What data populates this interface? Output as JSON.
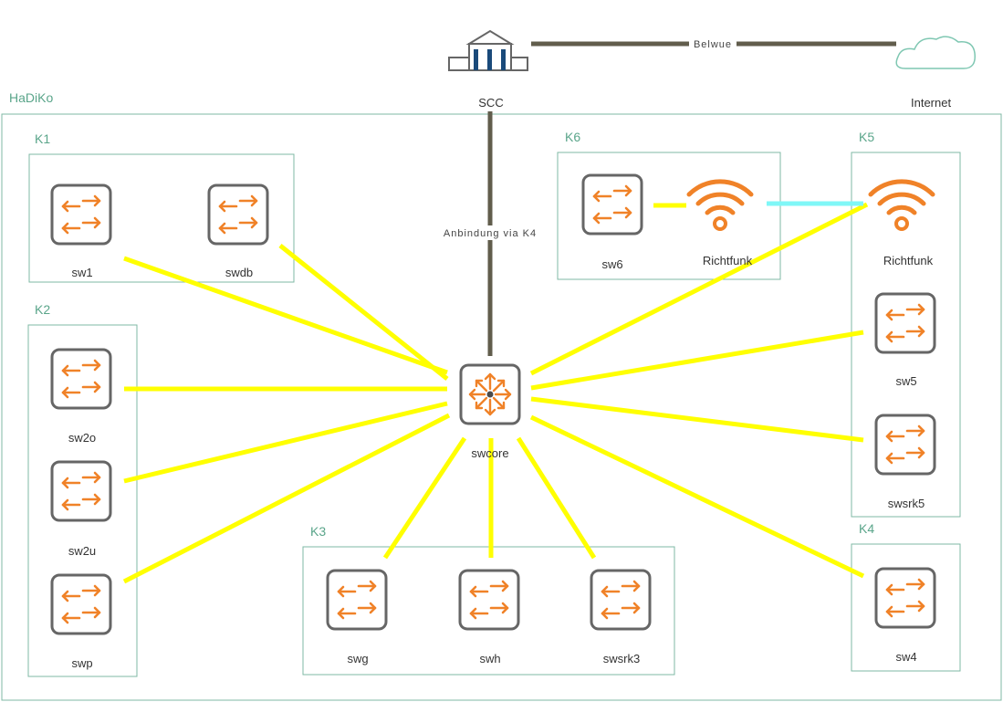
{
  "site": {
    "name": "HaDiKo",
    "internet_label": "Internet"
  },
  "colors": {
    "access_link": "#ffff00",
    "uplink": "#615d4c",
    "radio_link": "#7ff7f7",
    "group_box": "#7fb9a4",
    "device_accent": "#f08228",
    "device_frame": "#666666"
  },
  "top": {
    "scc_label": "SCC",
    "scc_icon": "building-icon",
    "internet_icon": "cloud-icon",
    "belwue_label": "Belwue",
    "uplink_label": "Anbindung via K4"
  },
  "core": {
    "label": "swcore",
    "icon": "core-router-icon"
  },
  "groups": {
    "k1": {
      "label": "K1",
      "devices": [
        "sw1",
        "swdb"
      ]
    },
    "k2": {
      "label": "K2",
      "devices": [
        "sw2o",
        "sw2u",
        "swp"
      ]
    },
    "k3": {
      "label": "K3",
      "devices": [
        "swg",
        "swh",
        "swsrk3"
      ]
    },
    "k4": {
      "label": "K4",
      "devices": [
        "sw4"
      ]
    },
    "k5": {
      "label": "K5",
      "devices": [
        "Richtfunk",
        "sw5",
        "swsrk5"
      ]
    },
    "k6": {
      "label": "K6",
      "devices": [
        "sw6",
        "Richtfunk"
      ]
    }
  }
}
